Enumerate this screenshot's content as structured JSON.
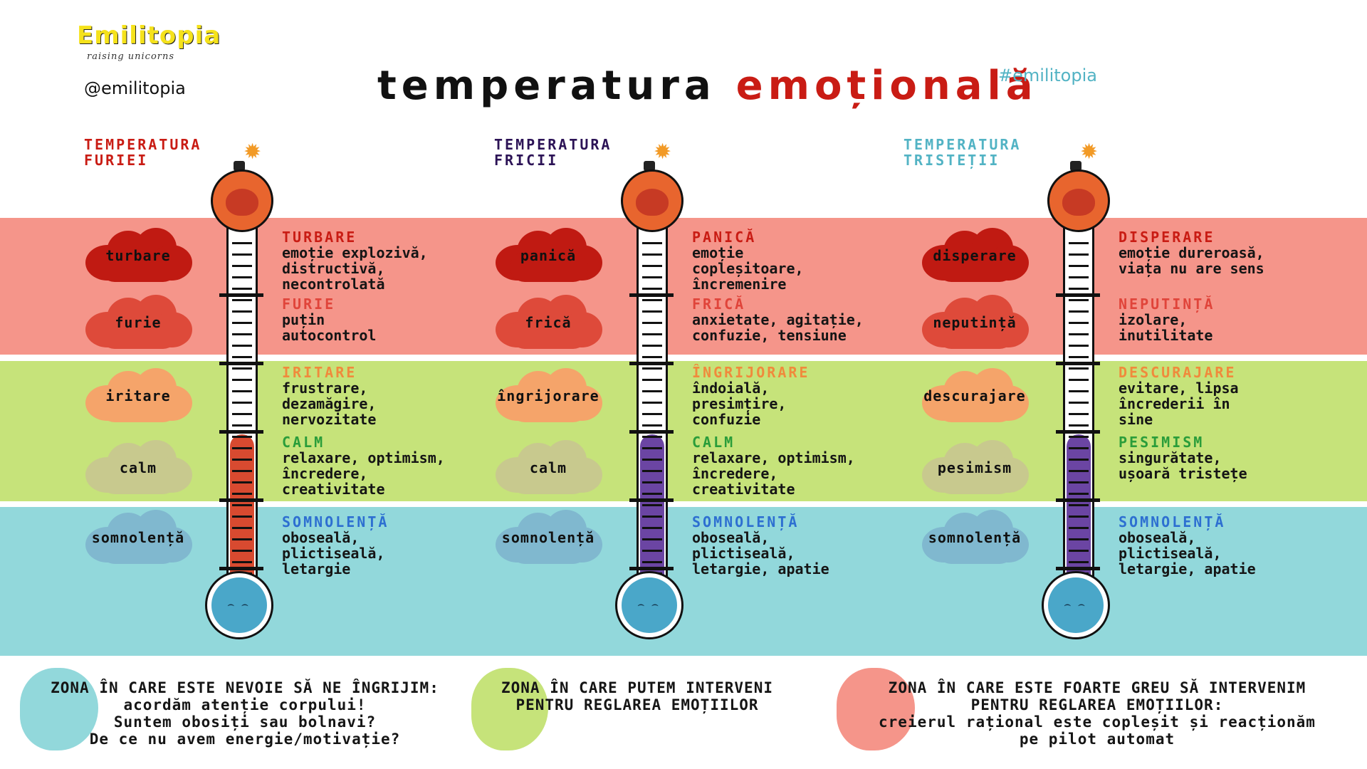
{
  "colors": {
    "band_red": "#f5958a",
    "band_green": "#c6e37a",
    "band_blue": "#92d8db",
    "accent_red": "#c91c14",
    "accent_purple": "#2c1356",
    "accent_teal": "#52b3c4",
    "logo_yellow": "#f5e21b",
    "fill_red": "#d84a30",
    "fill_purple": "#6b45a3"
  },
  "header": {
    "logo_text": "Emilitopia",
    "logo_tagline": "raising unicorns",
    "handle": "@emilitopia",
    "title_part1": "temperatura",
    "title_part2": "emoțională",
    "hashtag": "#emilitopia"
  },
  "columns": [
    {
      "title": "TEMPERATURA\nFURIEI",
      "title_color": "#c91c14",
      "fill_color": "#d84a30",
      "clouds": [
        {
          "label": "turbare",
          "color": "#c01a12"
        },
        {
          "label": "furie",
          "color": "#de4a3a"
        },
        {
          "label": "iritare",
          "color": "#f5a46a"
        },
        {
          "label": "calm",
          "color": "#c8c98e"
        },
        {
          "label": "somnolență",
          "color": "#80b8cf"
        }
      ],
      "descriptions": [
        {
          "title": "TURBARE",
          "color": "#c91c14",
          "text": "emoție explozivă,\ndistructivă,\nnecontrolată"
        },
        {
          "title": "FURIE",
          "color": "#e0443a",
          "text": "puțin\nautocontrol"
        },
        {
          "title": "IRITARE",
          "color": "#f08a3c",
          "text": "frustrare,\ndezamăgire,\nnervozitate"
        },
        {
          "title": "CALM",
          "color": "#2a9d3a",
          "text": "relaxare, optimism,\nîncredere,\ncreativitate"
        },
        {
          "title": "SOMNOLENȚĂ",
          "color": "#2d6fd1",
          "text": "oboseală,\nplictiseală,\nletargie"
        }
      ]
    },
    {
      "title": "TEMPERATURA\nFRICII",
      "title_color": "#2c1356",
      "fill_color": "#6b45a3",
      "clouds": [
        {
          "label": "panică",
          "color": "#c01a12"
        },
        {
          "label": "frică",
          "color": "#de4a3a"
        },
        {
          "label": "îngrijorare",
          "color": "#f5a46a"
        },
        {
          "label": "calm",
          "color": "#c8c98e"
        },
        {
          "label": "somnolență",
          "color": "#80b8cf"
        }
      ],
      "descriptions": [
        {
          "title": "PANICĂ",
          "color": "#c91c14",
          "text": "emoție\ncopleșitoare,\nîncremenire"
        },
        {
          "title": "FRICĂ",
          "color": "#e0443a",
          "text": "anxietate, agitație,\nconfuzie, tensiune"
        },
        {
          "title": "ÎNGRIJORARE",
          "color": "#f08a3c",
          "text": "îndoială,\npresimțire,\nconfuzie"
        },
        {
          "title": "CALM",
          "color": "#2a9d3a",
          "text": "relaxare, optimism,\nîncredere,\ncreativitate"
        },
        {
          "title": "SOMNOLENȚĂ",
          "color": "#2d6fd1",
          "text": "oboseală,\nplictiseală,\nletargie, apatie"
        }
      ]
    },
    {
      "title": "TEMPERATURA\nTRISTEȚII",
      "title_color": "#52b3c4",
      "fill_color": "#6b45a3",
      "clouds": [
        {
          "label": "disperare",
          "color": "#c01a12"
        },
        {
          "label": "neputință",
          "color": "#de4a3a"
        },
        {
          "label": "descurajare",
          "color": "#f5a46a"
        },
        {
          "label": "pesimism",
          "color": "#c8c98e"
        },
        {
          "label": "somnolență",
          "color": "#80b8cf"
        }
      ],
      "descriptions": [
        {
          "title": "DISPERARE",
          "color": "#c91c14",
          "text": "emoție dureroasă,\nviața nu are sens"
        },
        {
          "title": "NEPUTINȚĂ",
          "color": "#e0443a",
          "text": "izolare,\ninutilitate"
        },
        {
          "title": "DESCURAJARE",
          "color": "#f08a3c",
          "text": "evitare, lipsa\nîncrederii în\nsine"
        },
        {
          "title": "PESIMISM",
          "color": "#2a9d3a",
          "text": "singurătate,\nușoară tristețe"
        },
        {
          "title": "SOMNOLENȚĂ",
          "color": "#2d6fd1",
          "text": "oboseală,\nplictiseală,\nletargie, apatie"
        }
      ]
    }
  ],
  "legend": [
    {
      "color": "#92d8db",
      "text": "ZONA ÎN CARE ESTE NEVOIE SĂ NE ÎNGRIJIM:\nacordăm atenție corpului!\nSuntem obosiți sau bolnavi?\nDe ce nu avem energie/motivație?"
    },
    {
      "color": "#c6e37a",
      "text": "ZONA ÎN CARE PUTEM INTERVENI\nPENTRU REGLAREA EMOȚIILOR"
    },
    {
      "color": "#f5958a",
      "text": "ZONA ÎN CARE ESTE FOARTE GREU SĂ INTERVENIM\nPENTRU REGLAREA EMOȚIILOR:\ncreierul rațional este copleșit și reacționăm\npe pilot automat"
    }
  ]
}
